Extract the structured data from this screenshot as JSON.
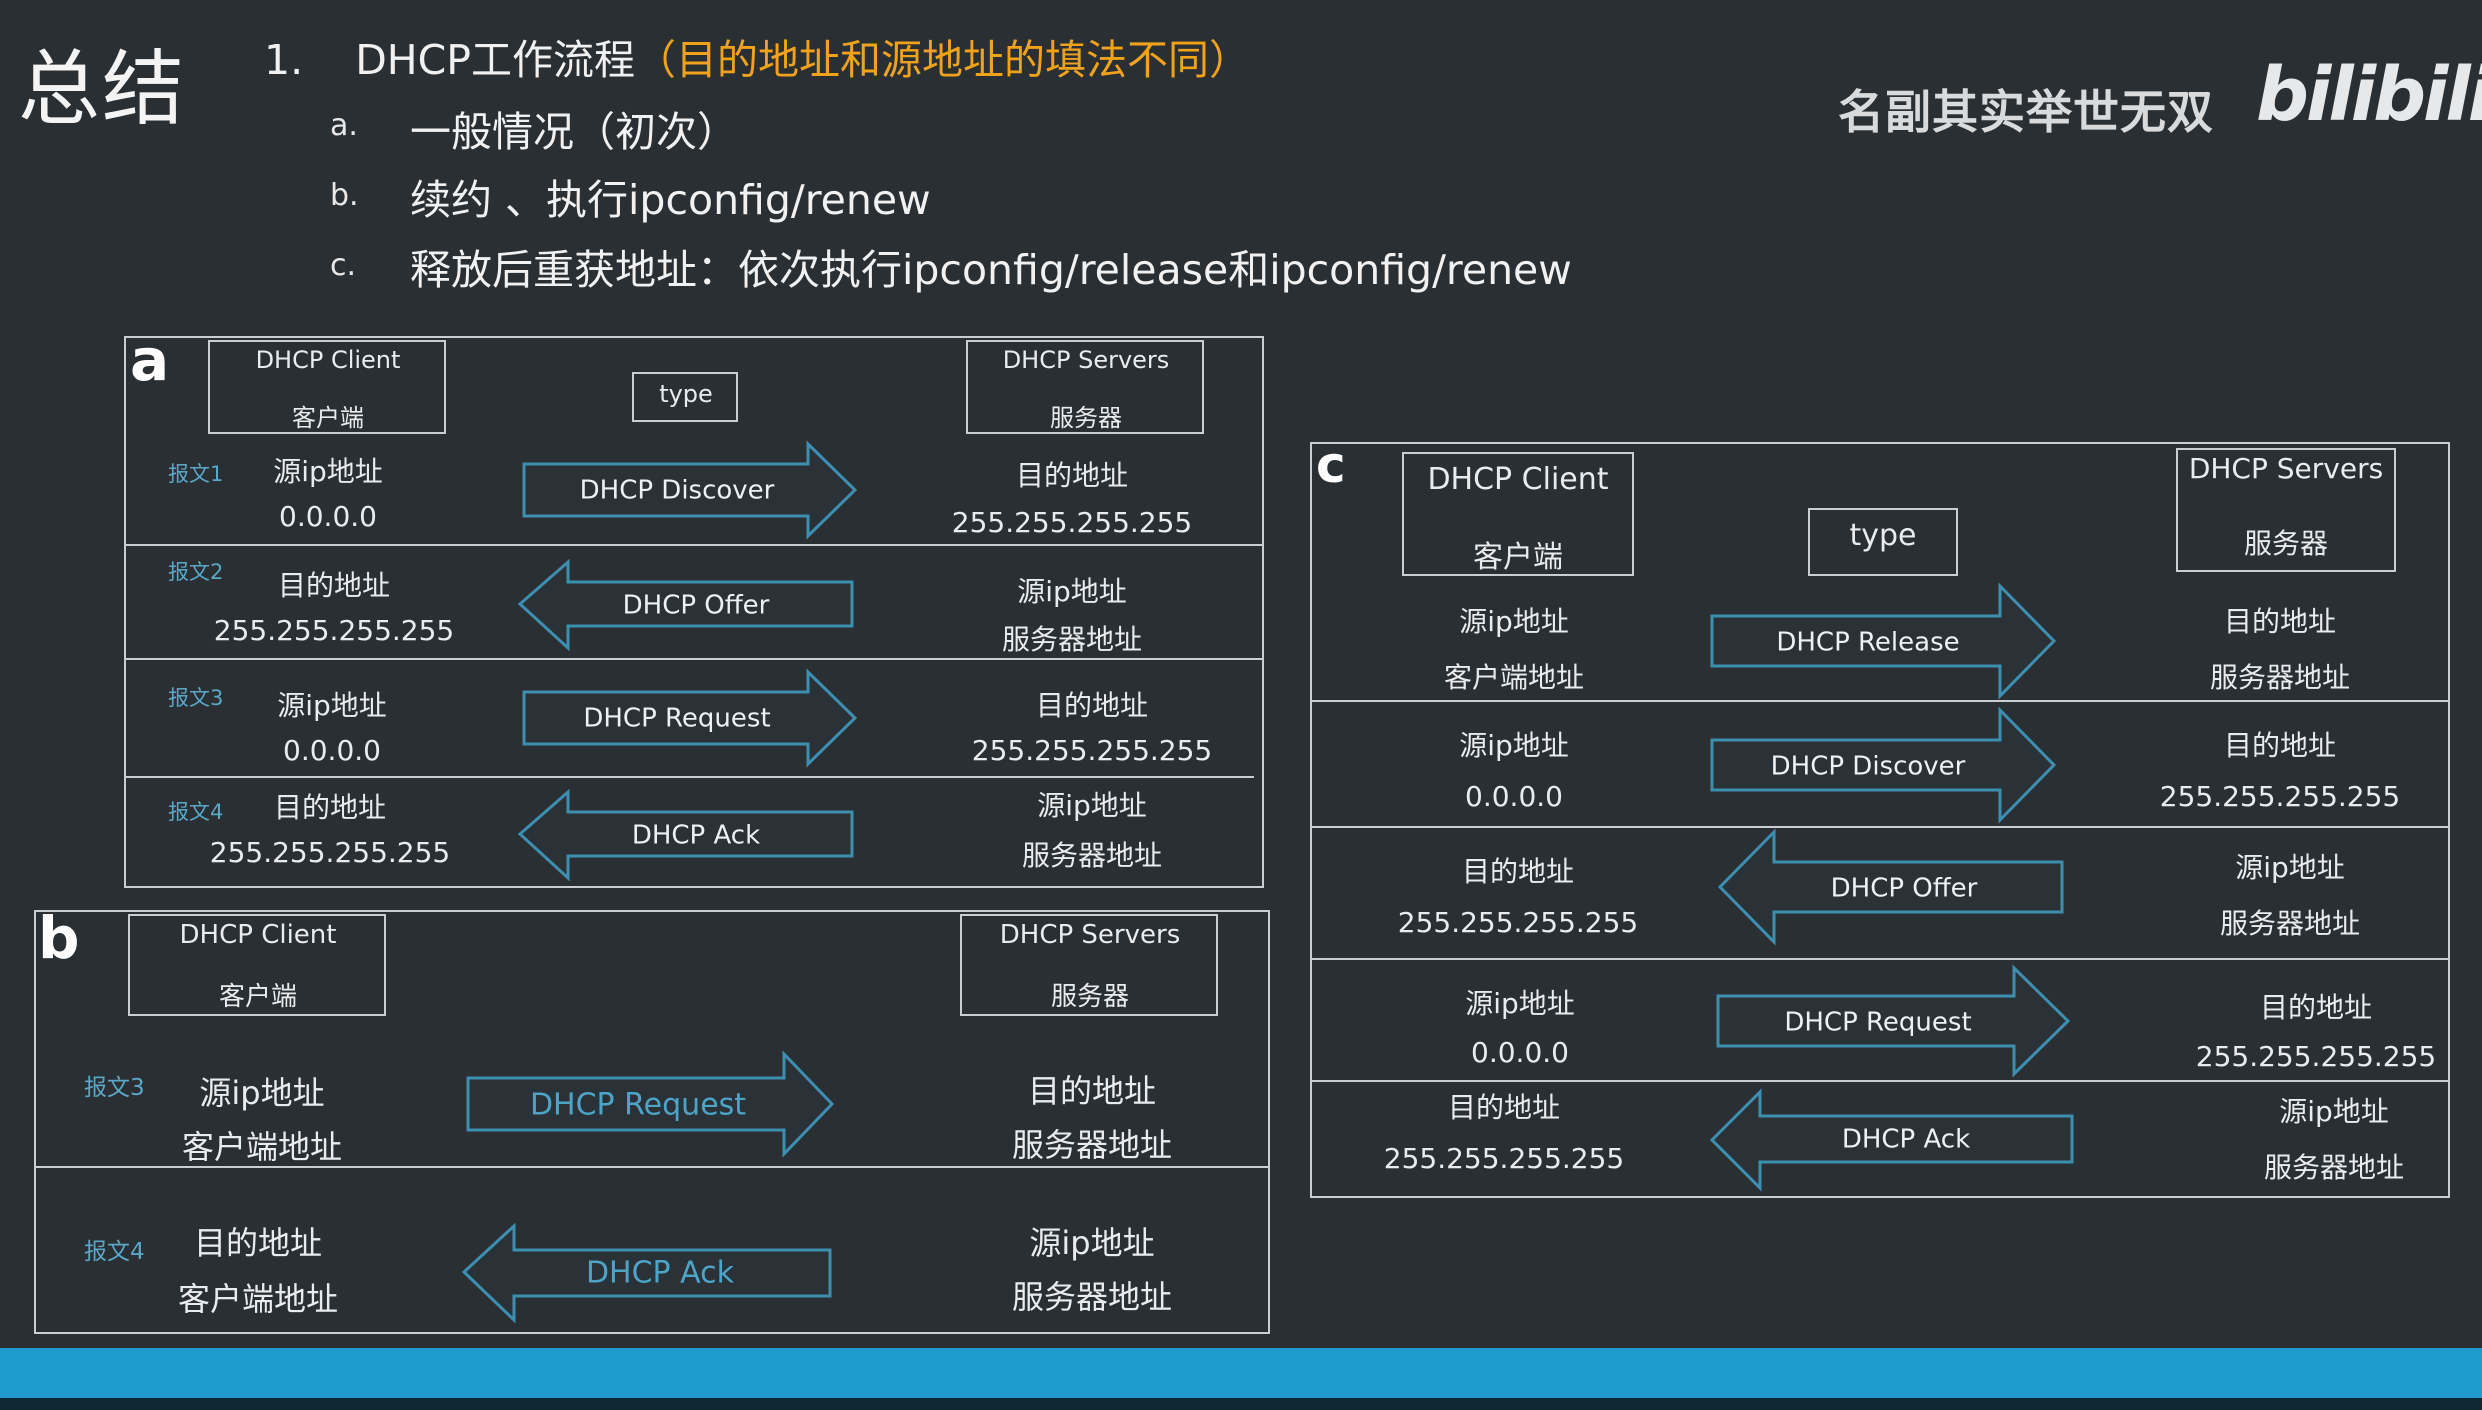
{
  "title": "总结",
  "heading": {
    "number": "1.",
    "main": "DHCP工作流程",
    "highlight": "（目的地址和源地址的填法不同）",
    "highlight_color": "#f0a21a"
  },
  "subitems": [
    {
      "letter": "a.",
      "text": "一般情况（初次）"
    },
    {
      "letter": "b.",
      "text": "续约 、执行ipconfig/renew"
    },
    {
      "letter": "c.",
      "text": "释放后重获地址：依次执行ipconfig/release和ipconfig/renew"
    }
  ],
  "watermark": {
    "slogan": "名副其实举世无双",
    "logo": "bilibili"
  },
  "panel_a": {
    "label": "a",
    "client": {
      "line1": "DHCP Client",
      "line2": "客户端"
    },
    "type_label": "type",
    "server": {
      "line1": "DHCP Servers",
      "line2": "服务器"
    },
    "rows": [
      {
        "msg": "报文1",
        "left1": "源ip地址",
        "left2": "0.0.0.0",
        "arrow": "DHCP Discover",
        "right1": "目的地址",
        "right2": "255.255.255.255"
      },
      {
        "msg": "报文2",
        "left1": "目的地址",
        "left2": "255.255.255.255",
        "arrow": "DHCP Offer",
        "right1": "源ip地址",
        "right2": "服务器地址"
      },
      {
        "msg": "报文3",
        "left1": "源ip地址",
        "left2": "0.0.0.0",
        "arrow": "DHCP Request",
        "right1": "目的地址",
        "right2": "255.255.255.255"
      },
      {
        "msg": "报文4",
        "left1": "目的地址",
        "left2": "255.255.255.255",
        "arrow": "DHCP Ack",
        "right1": "源ip地址",
        "right2": "服务器地址"
      }
    ]
  },
  "panel_b": {
    "label": "b",
    "client": {
      "line1": "DHCP Client",
      "line2": "客户端"
    },
    "server": {
      "line1": "DHCP Servers",
      "line2": "服务器"
    },
    "rows": [
      {
        "msg": "报文3",
        "left1": "源ip地址",
        "left2": "客户端地址",
        "arrow": "DHCP Request",
        "right1": "目的地址",
        "right2": "服务器地址"
      },
      {
        "msg": "报文4",
        "left1": "目的地址",
        "left2": "客户端地址",
        "arrow": "DHCP Ack",
        "right1": "源ip地址",
        "right2": "服务器地址"
      }
    ]
  },
  "panel_c": {
    "label": "c",
    "client": {
      "line1": "DHCP Client",
      "line2": "客户端"
    },
    "type_label": "type",
    "server": {
      "line1": "DHCP Servers",
      "line2": "服务器"
    },
    "rows": [
      {
        "left1": "源ip地址",
        "left2": "客户端地址",
        "arrow": "DHCP Release",
        "right1": "目的地址",
        "right2": "服务器地址"
      },
      {
        "left1": "源ip地址",
        "left2": "0.0.0.0",
        "arrow": "DHCP Discover",
        "right1": "目的地址",
        "right2": "255.255.255.255"
      },
      {
        "left1": "目的地址",
        "left2": "255.255.255.255",
        "arrow": "DHCP Offer",
        "right1": "源ip地址",
        "right2": "服务器地址"
      },
      {
        "left1": "源ip地址",
        "left2": "0.0.0.0",
        "arrow": "DHCP Request",
        "right1": "目的地址",
        "right2": "255.255.255.255"
      },
      {
        "left1": "目的地址",
        "left2": "255.255.255.255",
        "arrow": "DHCP Ack",
        "right1": "源ip地址",
        "right2": "服务器地址"
      }
    ]
  },
  "colors": {
    "background": "#2a2f33",
    "arrow_stroke": "#3d8fb0",
    "bottom_bar": "#1e9bcc",
    "message_label": "#5aa8c7"
  }
}
